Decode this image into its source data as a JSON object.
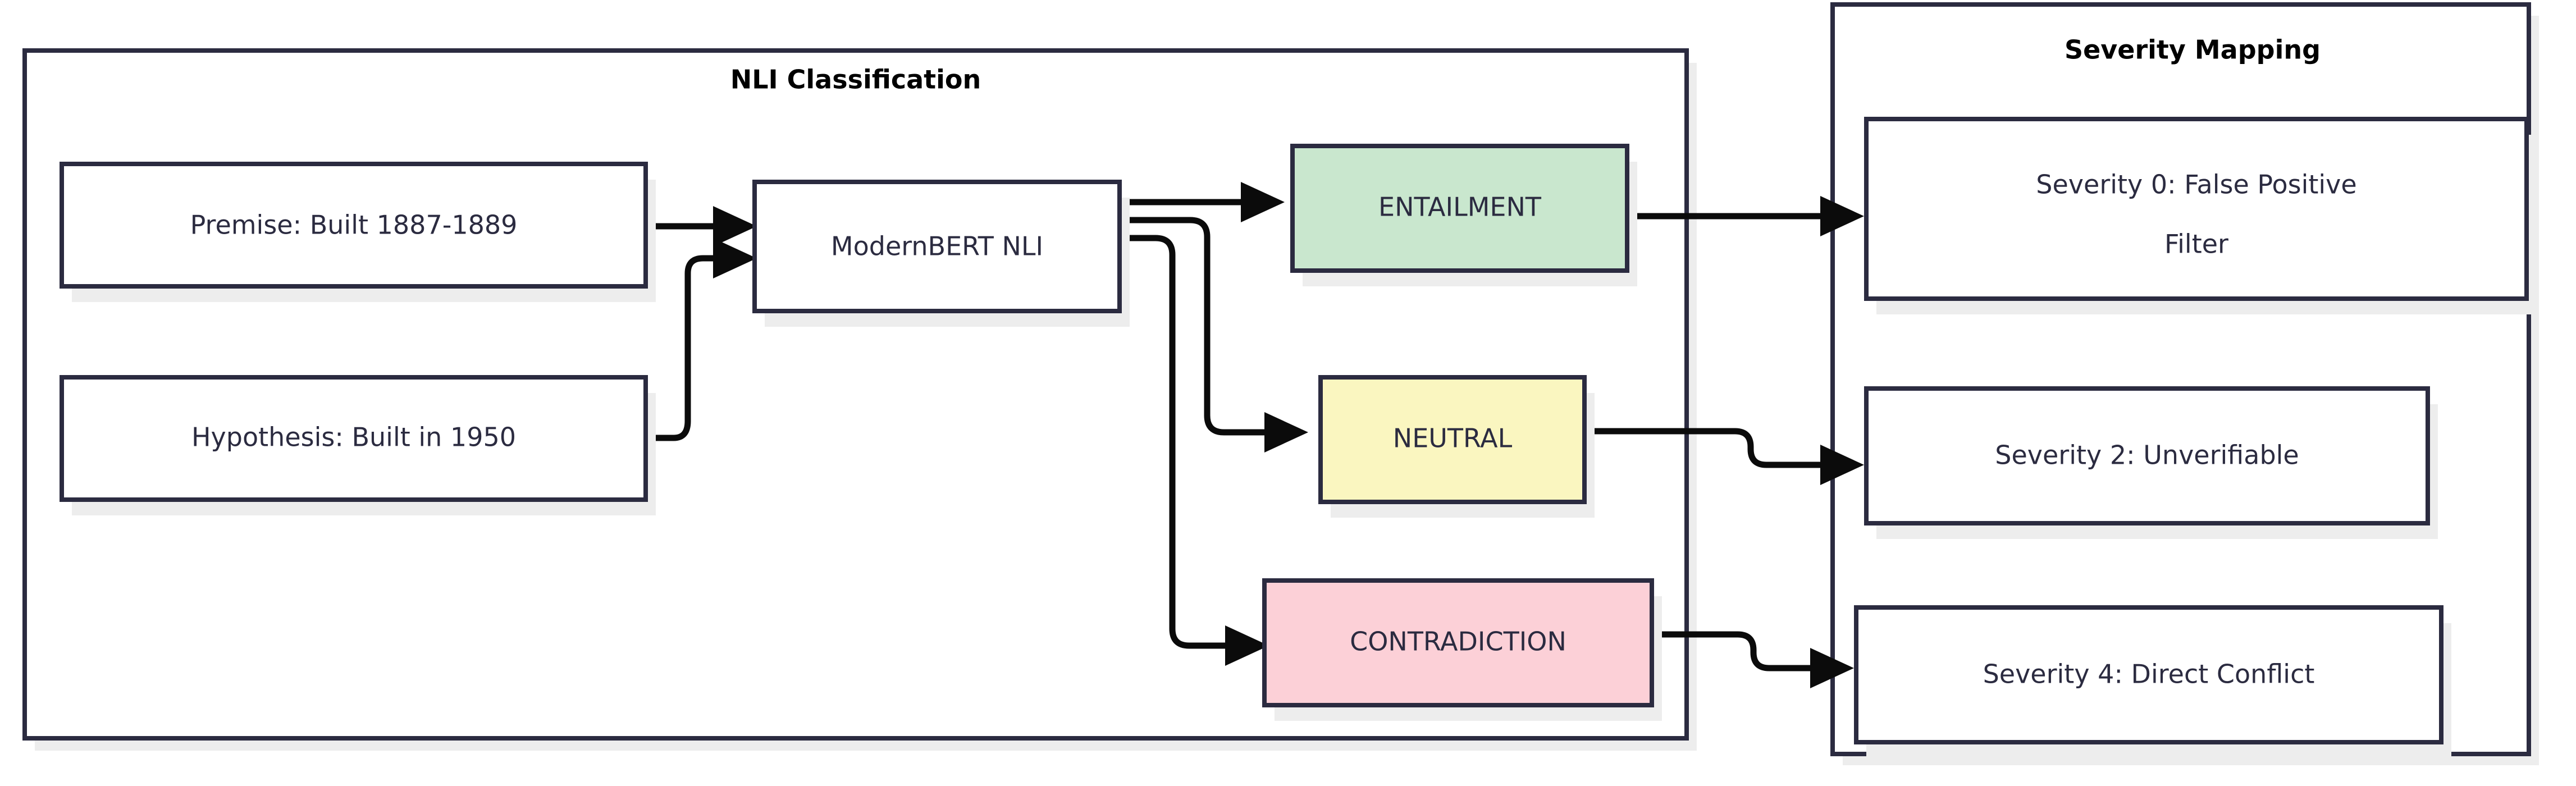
{
  "diagram": {
    "title_visible": false,
    "type": "flowchart",
    "direction": "left-to-right",
    "colors": {
      "border": "#2b2b40",
      "text": "#2b2b40",
      "cluster_title": "#000000",
      "edge": "#0b0b0b",
      "shadow": "#ededed",
      "entailment_fill": "#c9e7ce",
      "neutral_fill": "#faf6c0",
      "contradiction_fill": "#fcd0d7",
      "node_fill": "#ffffff",
      "background": "#ffffff"
    }
  },
  "clusters": [
    {
      "id": "nli",
      "label": "NLI Classification"
    },
    {
      "id": "severity",
      "label": "Severity Mapping"
    }
  ],
  "nodes": [
    {
      "id": "premise",
      "label": "Premise: Built 1887-1889",
      "cluster": "nli",
      "fill": "white"
    },
    {
      "id": "hypothesis",
      "label": "Hypothesis: Built in 1950",
      "cluster": "nli",
      "fill": "white"
    },
    {
      "id": "model",
      "label": "ModernBERT NLI",
      "cluster": "nli",
      "fill": "white"
    },
    {
      "id": "entailment",
      "label": "ENTAILMENT",
      "cluster": "nli",
      "fill": "green"
    },
    {
      "id": "neutral",
      "label": "NEUTRAL",
      "cluster": "nli",
      "fill": "yellow"
    },
    {
      "id": "contradiction",
      "label": "CONTRADICTION",
      "cluster": "nli",
      "fill": "pink"
    },
    {
      "id": "sev0",
      "label": "Severity 0: False Positive",
      "label_line2": "Filter",
      "cluster": "severity",
      "fill": "white"
    },
    {
      "id": "sev2",
      "label": "Severity 2: Unverifiable",
      "cluster": "severity",
      "fill": "white"
    },
    {
      "id": "sev4",
      "label": "Severity 4: Direct Conflict",
      "cluster": "severity",
      "fill": "white"
    }
  ],
  "edges": [
    {
      "from": "premise",
      "to": "model",
      "label": ""
    },
    {
      "from": "hypothesis",
      "to": "model",
      "label": ""
    },
    {
      "from": "model",
      "to": "entailment",
      "label": ""
    },
    {
      "from": "model",
      "to": "neutral",
      "label": ""
    },
    {
      "from": "model",
      "to": "contradiction",
      "label": ""
    },
    {
      "from": "entailment",
      "to": "sev0",
      "label": ""
    },
    {
      "from": "neutral",
      "to": "sev2",
      "label": ""
    },
    {
      "from": "contradiction",
      "to": "sev4",
      "label": ""
    }
  ]
}
